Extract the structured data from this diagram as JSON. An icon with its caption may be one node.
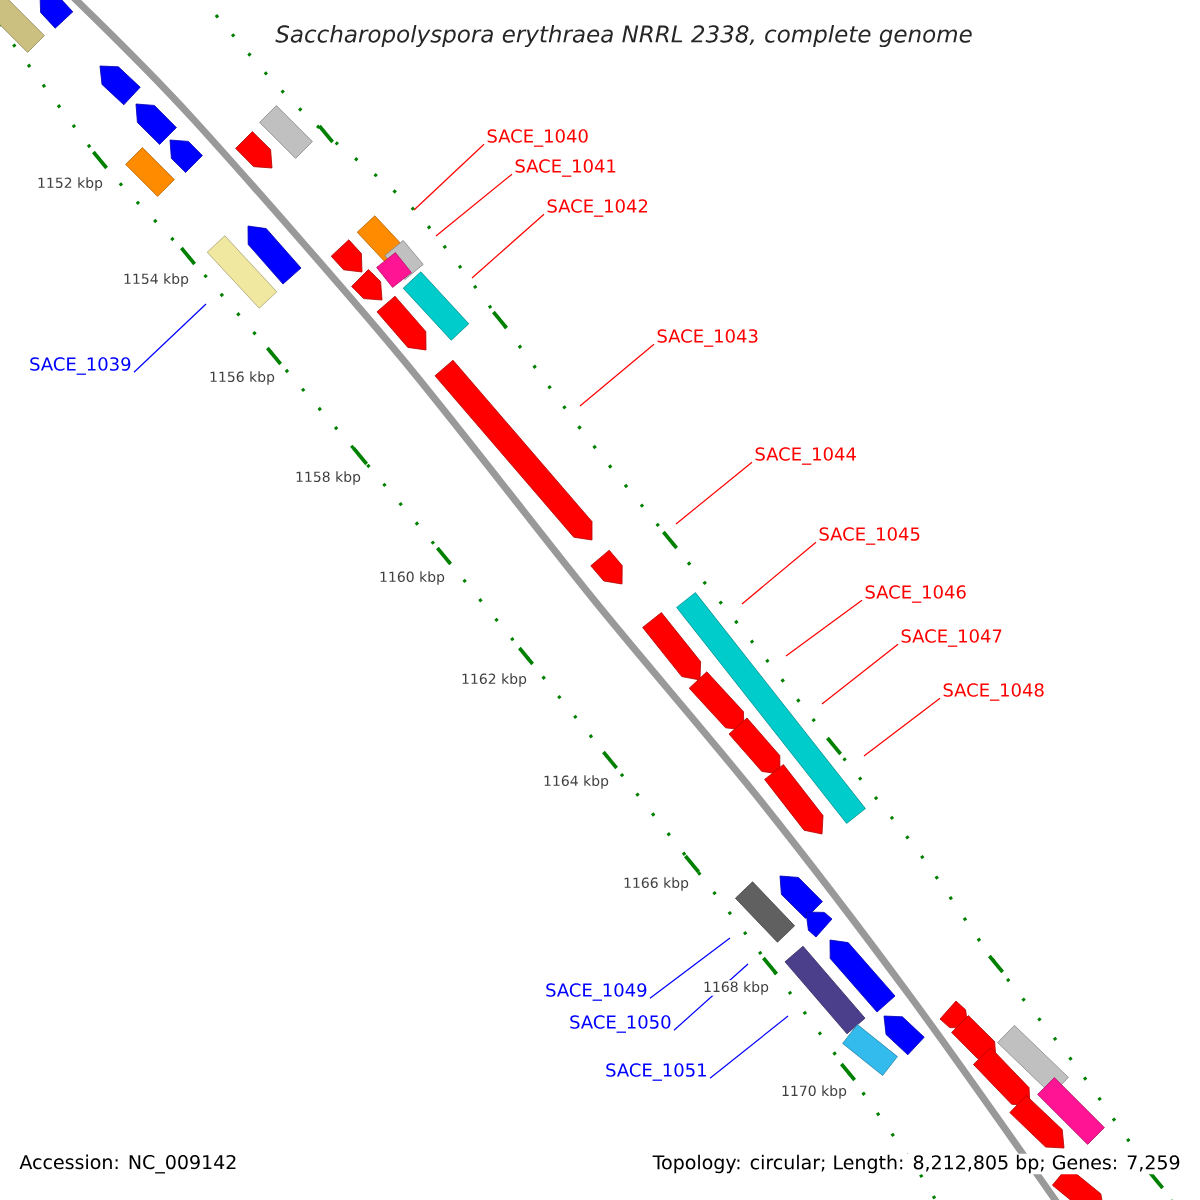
{
  "diagram": {
    "title": "Saccharopolyspora erythraea NRRL 2338, complete genome",
    "nodes": [
      {
        "text": [
          "SACE_1039"
        ]
      },
      {
        "text": [
          "SACE_1040"
        ]
      },
      {
        "text": [
          "SACE_1041"
        ]
      },
      {
        "text": [
          "SACE_1042"
        ]
      },
      {
        "text": [
          "SACE_1043"
        ]
      },
      {
        "text": [
          "SACE_1044"
        ]
      },
      {
        "text": [
          "SACE_1045"
        ]
      },
      {
        "text": [
          "SACE_1046"
        ]
      },
      {
        "text": [
          "SACE_1047"
        ]
      },
      {
        "text": [
          "SACE_1048"
        ]
      },
      {
        "text": [
          "SACE_1049"
        ]
      },
      {
        "text": [
          "SACE_1050"
        ]
      },
      {
        "text": [
          "SACE_1051"
        ]
      }
    ],
    "edges": [
      {
        "from": 0,
        "to": null,
        "arrow": "none",
        "color": "#0000ff"
      },
      {
        "from": 1,
        "to": null,
        "arrow": "none"
      },
      {
        "from": 2,
        "to": null,
        "arrow": "none"
      },
      {
        "from": 3,
        "to": null,
        "arrow": "none"
      },
      {
        "from": 4,
        "to": null,
        "arrow": "none"
      },
      {
        "from": 5,
        "to": null,
        "arrow": "none"
      },
      {
        "from": 6,
        "to": null,
        "arrow": "none"
      },
      {
        "from": 7,
        "to": null,
        "arrow": "none"
      },
      {
        "from": 8,
        "to": null,
        "arrow": "none"
      },
      {
        "from": 9,
        "to": null,
        "arrow": "none"
      },
      {
        "from": 10,
        "to": null,
        "arrow": "none",
        "color": "#0000ff"
      },
      {
        "from": 11,
        "to": null,
        "arrow": "none",
        "color": "#0000ff"
      },
      {
        "from": 12,
        "to": null,
        "arrow": "none",
        "color": "#0000ff"
      }
    ],
    "labels": [
      "1152 kbp",
      "1154 kbp",
      "1156 kbp",
      "1158 kbp",
      "1160 kbp",
      "1162 kbp",
      "1164 kbp",
      "1166 kbp",
      "1168 kbp",
      "1170 kbp",
      "Accession: NC_009142",
      "Topology: circular; Length: 8,212,805 bp; Genes: 7,259"
    ]
  }
}
